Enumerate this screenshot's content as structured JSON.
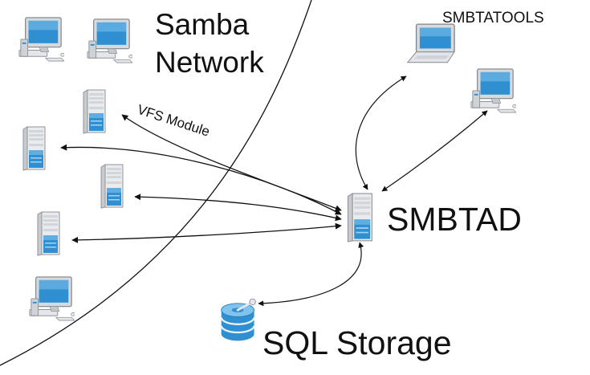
{
  "labels": {
    "samba_line1": "Samba",
    "samba_line2": "Network",
    "smbtatools": "SMBTATOOLS",
    "vfs_module": "VFS Module",
    "smbtad": "SMBTAD",
    "sql_storage": "SQL Storage"
  },
  "icons": {
    "desktop": "desktop-computer-icon",
    "laptop": "laptop-icon",
    "server": "server-tower-icon",
    "database": "database-icon"
  },
  "colors": {
    "screen_blue": "#2f8fd0",
    "screen_light": "#7fc3ee",
    "case_grey": "#e4e6ea",
    "case_edge": "#8e949b",
    "line": "#111111"
  }
}
